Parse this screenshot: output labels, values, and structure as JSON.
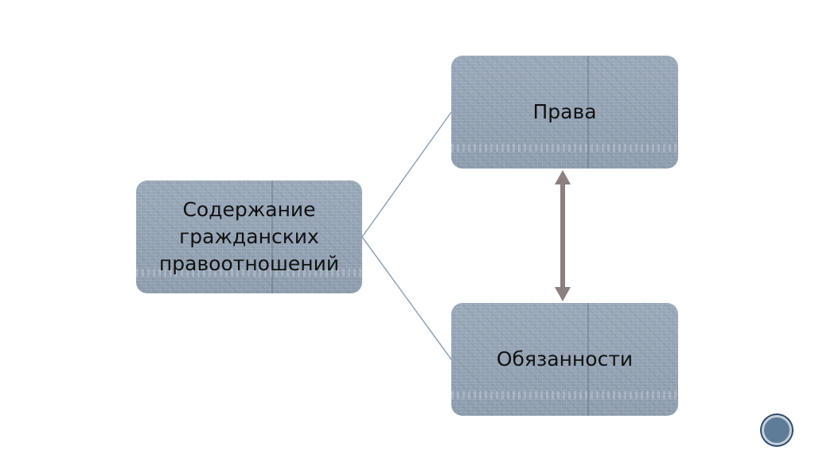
{
  "diagram": {
    "nodes": {
      "content": {
        "label": "Содержание гражданских правоотношений"
      },
      "rights": {
        "label": "Права"
      },
      "duties": {
        "label": "Обязанности"
      }
    },
    "edges": [
      {
        "from": "content",
        "to": "rights",
        "type": "line"
      },
      {
        "from": "content",
        "to": "duties",
        "type": "line"
      },
      {
        "from": "rights",
        "to": "duties",
        "type": "double-arrow"
      }
    ],
    "colors": {
      "box_fill": "#93a3b5",
      "connector_line": "#8fa3b5",
      "double_arrow": "#8c7f7f",
      "page_marker": "#5e7b97"
    }
  }
}
